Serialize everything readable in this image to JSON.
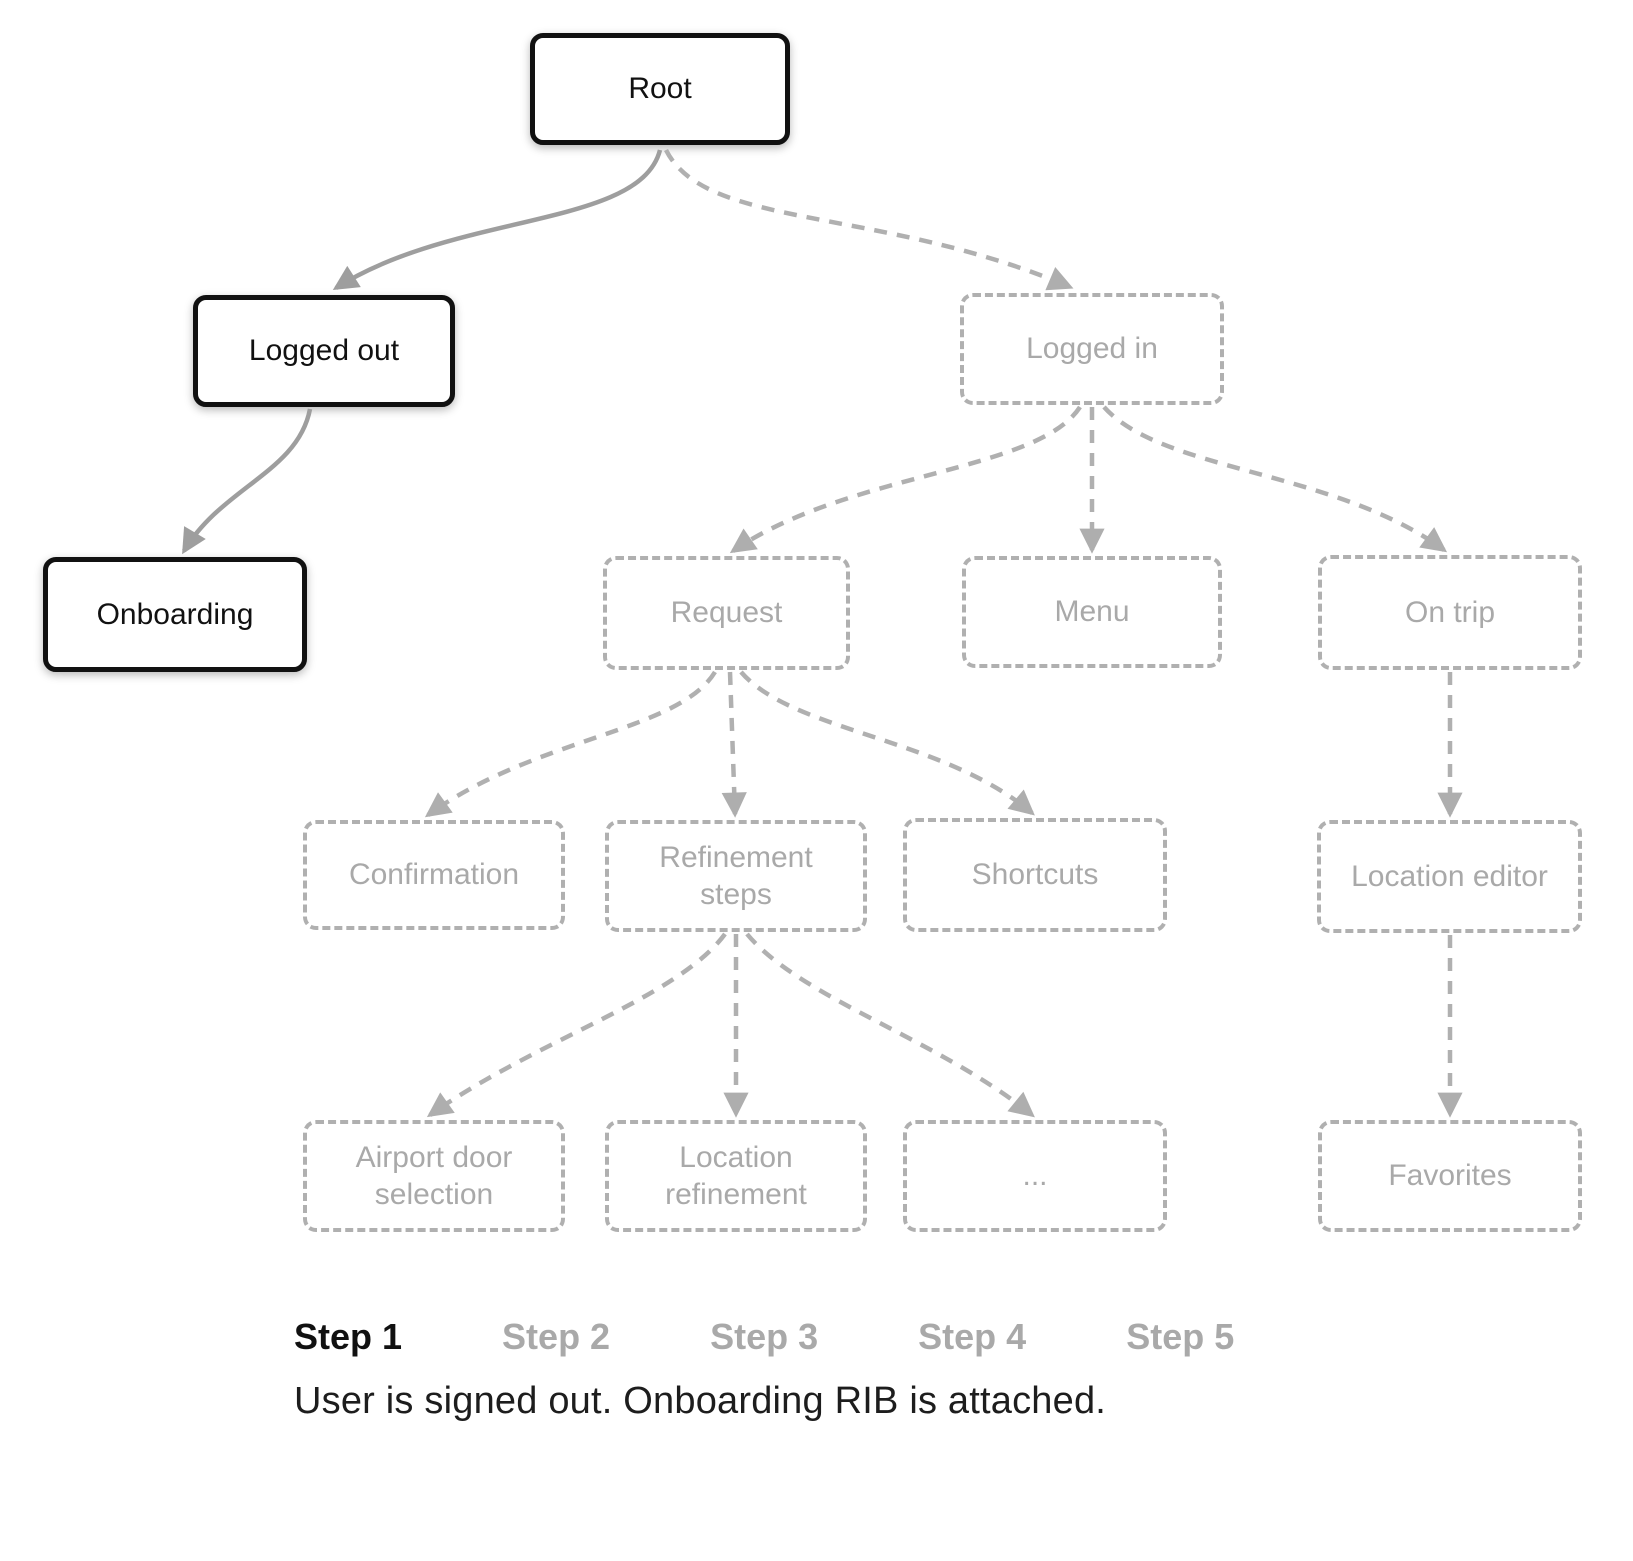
{
  "diagram": {
    "nodes": [
      {
        "id": "root",
        "label": "Root",
        "state": "active"
      },
      {
        "id": "logged-out",
        "label": "Logged out",
        "state": "active"
      },
      {
        "id": "onboarding",
        "label": "Onboarding",
        "state": "active"
      },
      {
        "id": "logged-in",
        "label": "Logged in",
        "state": "inactive"
      },
      {
        "id": "request",
        "label": "Request",
        "state": "inactive"
      },
      {
        "id": "menu",
        "label": "Menu",
        "state": "inactive"
      },
      {
        "id": "on-trip",
        "label": "On trip",
        "state": "inactive"
      },
      {
        "id": "confirmation",
        "label": "Confirmation",
        "state": "inactive"
      },
      {
        "id": "refinement-steps",
        "label": "Refinement steps",
        "state": "inactive"
      },
      {
        "id": "shortcuts",
        "label": "Shortcuts",
        "state": "inactive"
      },
      {
        "id": "airport-door-selection",
        "label": "Airport door selection",
        "state": "inactive"
      },
      {
        "id": "location-refinement",
        "label": "Location refinement",
        "state": "inactive"
      },
      {
        "id": "ellipsis",
        "label": "...",
        "state": "inactive"
      },
      {
        "id": "location-editor",
        "label": "Location editor",
        "state": "inactive"
      },
      {
        "id": "favorites",
        "label": "Favorites",
        "state": "inactive"
      }
    ],
    "edges": [
      {
        "from": "root",
        "to": "logged-out",
        "style": "solid"
      },
      {
        "from": "root",
        "to": "logged-in",
        "style": "dashed"
      },
      {
        "from": "logged-out",
        "to": "onboarding",
        "style": "solid"
      },
      {
        "from": "logged-in",
        "to": "request",
        "style": "dashed"
      },
      {
        "from": "logged-in",
        "to": "menu",
        "style": "dashed"
      },
      {
        "from": "logged-in",
        "to": "on-trip",
        "style": "dashed"
      },
      {
        "from": "request",
        "to": "confirmation",
        "style": "dashed"
      },
      {
        "from": "request",
        "to": "refinement-steps",
        "style": "dashed"
      },
      {
        "from": "request",
        "to": "shortcuts",
        "style": "dashed"
      },
      {
        "from": "refinement-steps",
        "to": "airport-door-selection",
        "style": "dashed"
      },
      {
        "from": "refinement-steps",
        "to": "location-refinement",
        "style": "dashed"
      },
      {
        "from": "refinement-steps",
        "to": "ellipsis",
        "style": "dashed"
      },
      {
        "from": "on-trip",
        "to": "location-editor",
        "style": "dashed"
      },
      {
        "from": "location-editor",
        "to": "favorites",
        "style": "dashed"
      }
    ]
  },
  "footer": {
    "steps": [
      {
        "label": "Step 1",
        "active": true
      },
      {
        "label": "Step 2",
        "active": false
      },
      {
        "label": "Step 3",
        "active": false
      },
      {
        "label": "Step 4",
        "active": false
      },
      {
        "label": "Step 5",
        "active": false
      }
    ],
    "caption": "User is signed out. Onboarding RIB is attached."
  },
  "colors": {
    "background": "#ffffff",
    "node-active-border": "#111111",
    "node-active-text": "#111111",
    "node-inactive-border": "#b0b0b0",
    "node-inactive-text": "#a9a9a9",
    "edge-solid": "#9e9e9e",
    "edge-dashed": "#b0b0b0",
    "arrow-solid": "#9e9e9e",
    "arrow-dashed": "#aeaeae",
    "step-active": "#111111",
    "step-inactive": "#a9a9a9",
    "caption-text": "#1d1d1d"
  }
}
